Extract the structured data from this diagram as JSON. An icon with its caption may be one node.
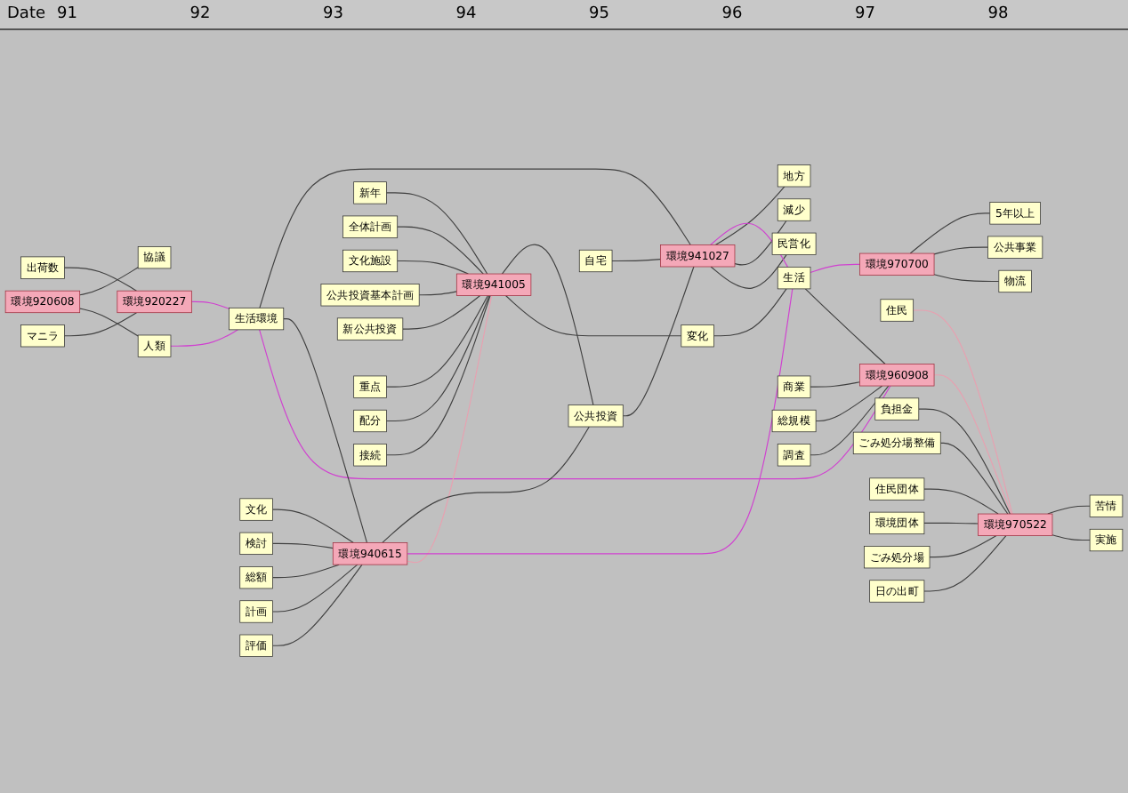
{
  "diagram": {
    "nodes": [
      {
        "text": [
          "環境920227"
        ]
      },
      {
        "text": [
          "マニラ"
        ]
      },
      {
        "text": [
          "出荷数"
        ]
      },
      {
        "text": [
          "環境920608"
        ]
      },
      {
        "text": [
          "人類"
        ]
      },
      {
        "text": [
          "協議"
        ]
      },
      {
        "text": [
          "生活環境"
        ]
      },
      {
        "text": [
          "環境940615"
        ]
      },
      {
        "text": [
          "文化"
        ]
      },
      {
        "text": [
          "検討"
        ]
      },
      {
        "text": [
          "総額"
        ]
      },
      {
        "text": [
          "計画"
        ]
      },
      {
        "text": [
          "評価"
        ]
      },
      {
        "text": [
          "環境941005"
        ]
      },
      {
        "text": [
          "新年"
        ]
      },
      {
        "text": [
          "全体計画"
        ]
      },
      {
        "text": [
          "文化施設"
        ]
      },
      {
        "text": [
          "公共投資基本計画"
        ]
      },
      {
        "text": [
          "新公共投資"
        ]
      },
      {
        "text": [
          "重点"
        ]
      },
      {
        "text": [
          "配分"
        ]
      },
      {
        "text": [
          "接続"
        ]
      },
      {
        "text": [
          "変化"
        ]
      },
      {
        "text": [
          "公共投資"
        ]
      },
      {
        "text": [
          "環境941027"
        ]
      },
      {
        "text": [
          "自宅"
        ]
      },
      {
        "text": [
          "民営化"
        ]
      },
      {
        "text": [
          "減少"
        ]
      },
      {
        "text": [
          "地方"
        ]
      },
      {
        "text": [
          "生活"
        ]
      },
      {
        "text": [
          "環境960908"
        ]
      },
      {
        "text": [
          "商業"
        ]
      },
      {
        "text": [
          "総規模"
        ]
      },
      {
        "text": [
          "調査"
        ]
      },
      {
        "text": [
          "住民"
        ]
      },
      {
        "text": [
          "環境970700"
        ]
      },
      {
        "text": [
          "物流"
        ]
      },
      {
        "text": [
          "公共事業"
        ]
      },
      {
        "text": [
          "5年以上"
        ]
      },
      {
        "text": [
          "環境970522"
        ]
      },
      {
        "text": [
          "負担金"
        ]
      },
      {
        "text": [
          "ごみ処分場整備"
        ]
      },
      {
        "text": [
          "住民団体"
        ]
      },
      {
        "text": [
          "実施"
        ]
      },
      {
        "text": [
          "環境団体"
        ]
      },
      {
        "text": [
          "ごみ処分場"
        ]
      },
      {
        "text": [
          "日の出町"
        ]
      },
      {
        "text": [
          "苦情"
        ]
      }
    ],
    "edges": [
      {
        "from": 1,
        "to": 0,
        "arrow": "none"
      },
      {
        "from": 2,
        "to": 0,
        "arrow": "none"
      },
      {
        "from": 0,
        "to": 6,
        "arrow": "none",
        "color": "#d040d0"
      },
      {
        "from": 3,
        "to": 4,
        "arrow": "none"
      },
      {
        "from": 3,
        "to": 5,
        "arrow": "none"
      },
      {
        "from": 4,
        "to": 6,
        "arrow": "none",
        "color": "#d040d0"
      },
      {
        "from": 6,
        "to": 30,
        "arrow": "none",
        "color": "#d040d0"
      },
      {
        "from": 6,
        "to": 7,
        "arrow": "none"
      },
      {
        "from": 6,
        "to": 24,
        "arrow": "none"
      },
      {
        "from": 8,
        "to": 7,
        "arrow": "none"
      },
      {
        "from": 9,
        "to": 7,
        "arrow": "none"
      },
      {
        "from": 10,
        "to": 7,
        "arrow": "none"
      },
      {
        "from": 11,
        "to": 7,
        "arrow": "none"
      },
      {
        "from": 12,
        "to": 7,
        "arrow": "none"
      },
      {
        "from": 7,
        "to": 13,
        "arrow": "none",
        "color": "#e8a0b0"
      },
      {
        "from": 7,
        "to": 29,
        "arrow": "none",
        "color": "#d040d0"
      },
      {
        "from": 7,
        "to": 23,
        "arrow": "none"
      },
      {
        "from": 14,
        "to": 13,
        "arrow": "none"
      },
      {
        "from": 15,
        "to": 13,
        "arrow": "none"
      },
      {
        "from": 16,
        "to": 13,
        "arrow": "none"
      },
      {
        "from": 17,
        "to": 13,
        "arrow": "none"
      },
      {
        "from": 18,
        "to": 13,
        "arrow": "none"
      },
      {
        "from": 19,
        "to": 13,
        "arrow": "none"
      },
      {
        "from": 20,
        "to": 13,
        "arrow": "none"
      },
      {
        "from": 21,
        "to": 13,
        "arrow": "none"
      },
      {
        "from": 13,
        "to": 22,
        "arrow": "none"
      },
      {
        "from": 13,
        "to": 23,
        "arrow": "none"
      },
      {
        "from": 22,
        "to": 29,
        "arrow": "none"
      },
      {
        "from": 23,
        "to": 24,
        "arrow": "none"
      },
      {
        "from": 25,
        "to": 24,
        "arrow": "none"
      },
      {
        "from": 24,
        "to": 26,
        "arrow": "none"
      },
      {
        "from": 24,
        "to": 27,
        "arrow": "none"
      },
      {
        "from": 24,
        "to": 28,
        "arrow": "none"
      },
      {
        "from": 24,
        "to": 29,
        "arrow": "none",
        "color": "#d040d0"
      },
      {
        "from": 29,
        "to": 30,
        "arrow": "none"
      },
      {
        "from": 29,
        "to": 35,
        "arrow": "none",
        "color": "#d040d0"
      },
      {
        "from": 31,
        "to": 30,
        "arrow": "none"
      },
      {
        "from": 32,
        "to": 30,
        "arrow": "none"
      },
      {
        "from": 33,
        "to": 30,
        "arrow": "none"
      },
      {
        "from": 30,
        "to": 39,
        "arrow": "none",
        "color": "#e8a0b0"
      },
      {
        "from": 34,
        "to": 39,
        "arrow": "none",
        "color": "#e8a0b0"
      },
      {
        "from": 35,
        "to": 36,
        "arrow": "none"
      },
      {
        "from": 35,
        "to": 37,
        "arrow": "none"
      },
      {
        "from": 35,
        "to": 38,
        "arrow": "none"
      },
      {
        "from": 40,
        "to": 39,
        "arrow": "none"
      },
      {
        "from": 41,
        "to": 39,
        "arrow": "none"
      },
      {
        "from": 42,
        "to": 39,
        "arrow": "none"
      },
      {
        "from": 39,
        "to": 43,
        "arrow": "none"
      },
      {
        "from": 44,
        "to": 39,
        "arrow": "none"
      },
      {
        "from": 45,
        "to": 39,
        "arrow": "none"
      },
      {
        "from": 46,
        "to": 39,
        "arrow": "none"
      },
      {
        "from": 39,
        "to": 47,
        "arrow": "none"
      }
    ],
    "labels": [
      "Date",
      "91",
      "92",
      "93",
      "94",
      "95",
      "96",
      "97",
      "98"
    ]
  }
}
